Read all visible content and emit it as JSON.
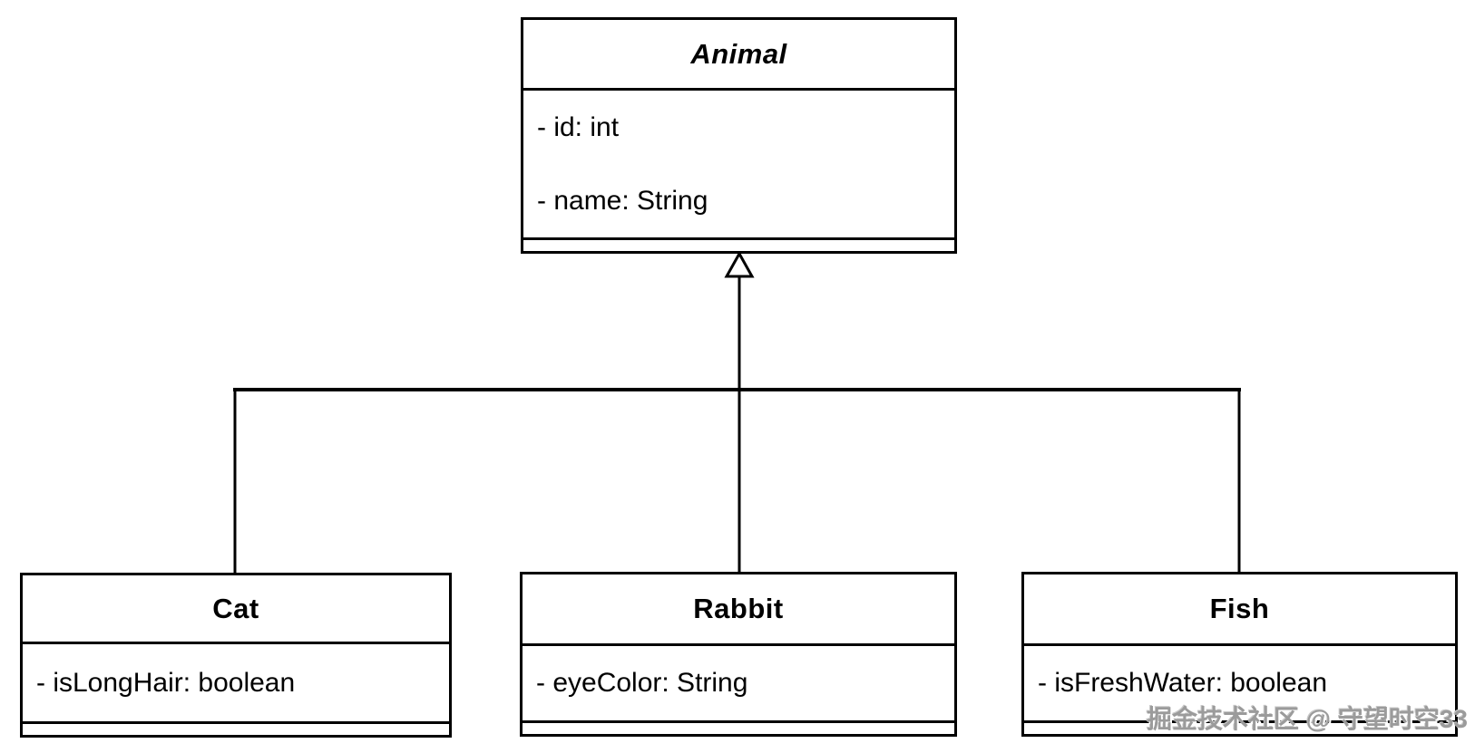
{
  "diagram": {
    "type": "uml-class-diagram",
    "background_color": "#ffffff",
    "line_color": "#000000",
    "classes": [
      {
        "name": "Animal",
        "abstract": true,
        "attributes": [
          "- id: int",
          "- name: String"
        ],
        "methods": []
      },
      {
        "name": "Cat",
        "abstract": false,
        "attributes": [
          "- isLongHair: boolean"
        ],
        "methods": []
      },
      {
        "name": "Rabbit",
        "abstract": false,
        "attributes": [
          "- eyeColor: String"
        ],
        "methods": []
      },
      {
        "name": "Fish",
        "abstract": false,
        "attributes": [
          "- isFreshWater: boolean"
        ],
        "methods": []
      }
    ],
    "relationships": [
      {
        "from": "Cat",
        "to": "Animal",
        "type": "generalization"
      },
      {
        "from": "Rabbit",
        "to": "Animal",
        "type": "generalization"
      },
      {
        "from": "Fish",
        "to": "Animal",
        "type": "generalization"
      }
    ],
    "watermark": "掘金技术社区 @ 守望时空33"
  }
}
